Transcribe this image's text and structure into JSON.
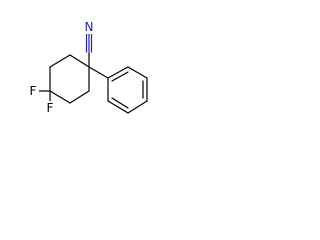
{
  "molecule": {
    "atoms": {
      "nitrogen": {
        "symbol": "N",
        "color": "#2020c8"
      },
      "fluorine_1": {
        "symbol": "F",
        "color": "#000000"
      },
      "fluorine_2": {
        "symbol": "F",
        "color": "#000000"
      }
    },
    "bond_color": "#000000",
    "nitrile_color": "#2020c8"
  }
}
